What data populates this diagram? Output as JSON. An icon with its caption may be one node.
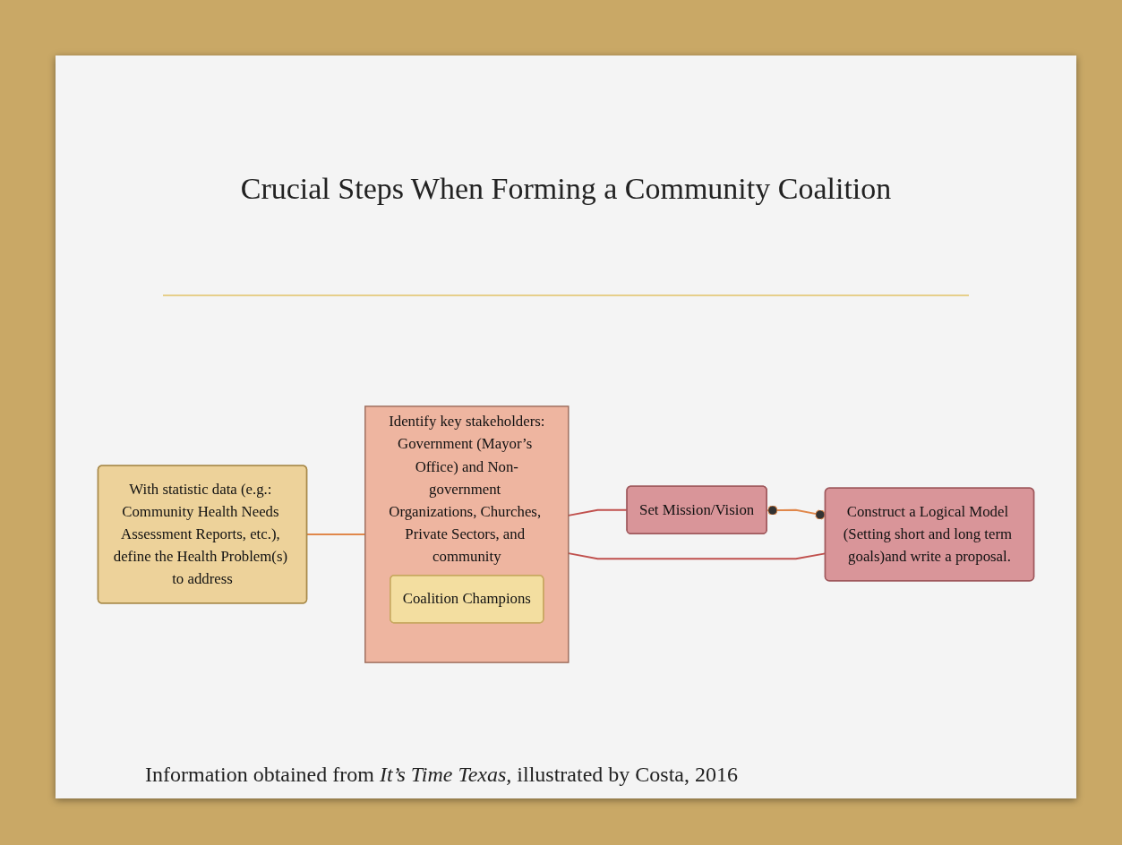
{
  "diagram": {
    "title": "Crucial Steps When Forming a Community Coalition",
    "caption": "Information obtained from *It’s Time Texas,* illustrated by Costa, 2016",
    "nodes": [
      {
        "text": [
          "With statistic data (e.g.: Community Health Needs Assessment Reports, etc.), define the Health Problem(s) to address"
        ]
      },
      {
        "text": [
          "Identify key stakeholders:",
          "Government (Mayor’s Office) and Non-government Organizations, Churches, Private Sectors, and community"
        ]
      },
      {
        "text": [
          "Coalition Champions"
        ],
        "in": 1
      },
      {
        "text": [
          "Set Mission/Vision"
        ]
      },
      {
        "text": [
          "Construct a Logical Model (Setting short and long term goals)and write a proposal."
        ]
      }
    ],
    "edges": [
      {
        "from": 0,
        "to": 1,
        "arrow": "none",
        "color": "#e0874a"
      },
      {
        "from": 1,
        "to": 3,
        "arrow": "none",
        "color": "#c0504d"
      },
      {
        "from": 1,
        "to": 4,
        "arrow": "none",
        "color": "#c0504d"
      },
      {
        "from": 3,
        "to": 4,
        "arrow": "other",
        "color": "#e0874a"
      }
    ]
  }
}
